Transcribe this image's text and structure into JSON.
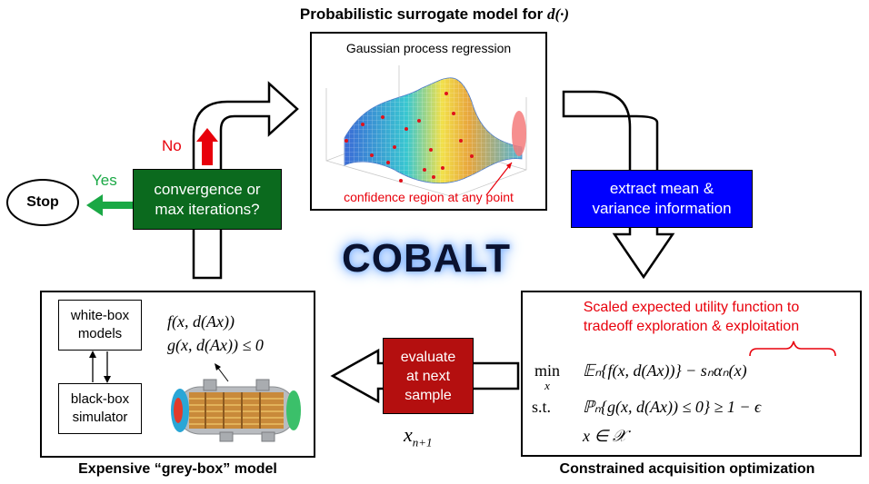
{
  "top_title": "Probabilistic surrogate model for",
  "top_title_math": "d(·)",
  "gp": {
    "title": "Gaussian process regression",
    "annotation": "confidence region at any point"
  },
  "extract_box": {
    "line1": "extract mean &",
    "line2": "variance information"
  },
  "cobalt_label": "COBALT",
  "convergence_box": {
    "line1": "convergence or",
    "line2": "max iterations?"
  },
  "no_label": "No",
  "yes_label": "Yes",
  "stop_label": "Stop",
  "greybox": {
    "whitebox_line1": "white-box",
    "whitebox_line2": "models",
    "blackbox_line1": "black-box",
    "blackbox_line2": "simulator",
    "eq1": "f(x, d(Ax))",
    "eq2": "g(x, d(Ax)) ≤ 0",
    "caption": "Expensive “grey-box” model"
  },
  "evaluate_box": {
    "line1": "evaluate",
    "line2": "at next",
    "line3": "sample"
  },
  "next_sample": "x",
  "next_sample_sub": "n+1",
  "acq": {
    "red_line1": "Scaled expected utility function to",
    "red_line2": "tradeoff exploration & exploitation",
    "min_label": "min",
    "min_sub": "x",
    "objective": "𝔼ₙ{f(x, d(Ax))} − sₙαₙ(x)",
    "st_label": "s.t.",
    "constraint": "ℙₙ{g(x, d(Ax)) ≤ 0} ≥ 1 − ϵ",
    "domain": "x ∈ 𝒳",
    "caption": "Constrained acquisition optimization"
  },
  "colors": {
    "green": "#0b6a1e",
    "blue": "#0000ff",
    "darkred": "#b40f0f",
    "red_text": "#e8000b",
    "yes_green": "#1aa845",
    "cobalt_glow": "#7fb2ff"
  }
}
